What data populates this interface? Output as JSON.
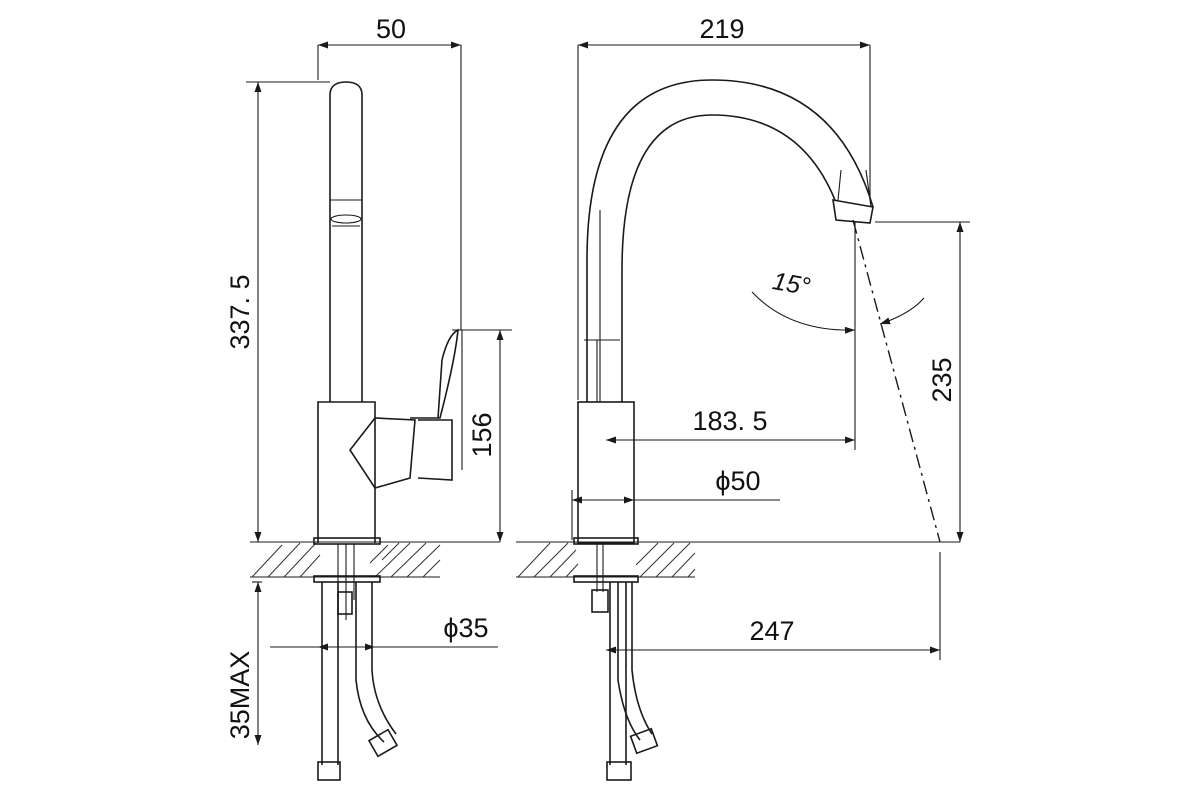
{
  "drawing": {
    "dimensions": {
      "side_width": "50",
      "total_height": "337. 5",
      "handle_height": "156",
      "hole_diameter": "ϕ35",
      "counter_max": "35MAX",
      "front_width": "219",
      "spout_angle": "15°",
      "spout_reach": "183. 5",
      "body_diameter": "ϕ50",
      "spout_height": "235",
      "spray_reach": "247"
    }
  }
}
